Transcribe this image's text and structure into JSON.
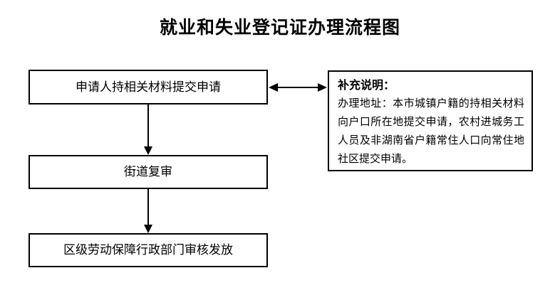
{
  "title": "就业和失业登记证办理流程图",
  "flow": {
    "steps": [
      {
        "id": "step-1",
        "label": "申请人持相关材料提交申请"
      },
      {
        "id": "step-2",
        "label": "街道复审"
      },
      {
        "id": "step-3",
        "label": "区级劳动保障行政部门审核发放"
      }
    ],
    "connectors": [
      {
        "from": "step-1",
        "to": "step-2",
        "type": "arrow-down"
      },
      {
        "from": "step-2",
        "to": "step-3",
        "type": "arrow-down"
      },
      {
        "from": "step-1",
        "to": "note",
        "type": "arrow-double-horizontal"
      }
    ]
  },
  "note": {
    "heading": "补充说明：",
    "body": "办理地址：本市城镇户籍的持相关材料向户口所在地提交申请，农村进城务工人员及非湖南省户籍常住人口向常住地社区提交申请。"
  },
  "colors": {
    "background": "#ffffff",
    "line": "#000000",
    "text": "#000000"
  }
}
